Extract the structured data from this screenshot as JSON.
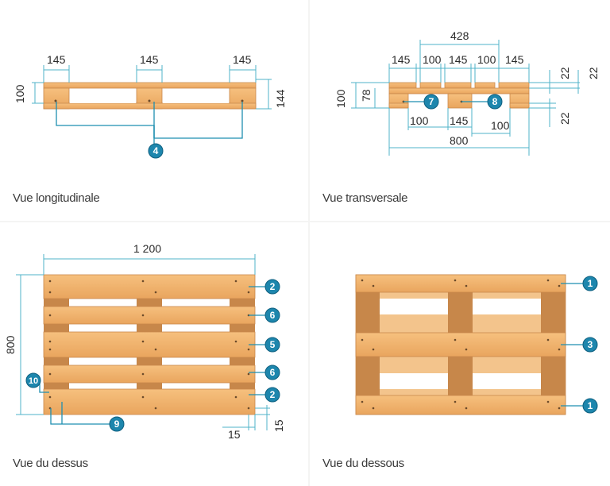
{
  "panels": {
    "longitudinal": {
      "caption": "Vue longitudinale",
      "dims": {
        "block_left": "145",
        "block_mid": "145",
        "block_right": "145",
        "h_block": "100",
        "h_total": "144"
      },
      "badges": [
        "4"
      ]
    },
    "transversal": {
      "caption": "Vue transversale",
      "dims": {
        "span_428": "428",
        "top_145a": "145",
        "top_100a": "100",
        "top_145b": "145",
        "top_100b": "100",
        "top_145c": "145",
        "h_100": "100",
        "h_78": "78",
        "bot_100a": "100",
        "bot_145": "145",
        "bot_100b": "100",
        "width_800": "800",
        "r_22a": "22",
        "r_22b": "22",
        "r_22c": "22"
      },
      "badges": [
        "7",
        "8"
      ]
    },
    "top": {
      "caption": "Vue du dessus",
      "dims": {
        "width_1200": "1 200",
        "height_800": "800",
        "d15a": "15",
        "d15b": "15"
      },
      "badges": [
        "2",
        "6",
        "5",
        "6",
        "2",
        "10",
        "9"
      ]
    },
    "bottom": {
      "caption": "Vue du dessous",
      "badges": [
        "1",
        "3",
        "1"
      ]
    }
  },
  "colors": {
    "wood": "#f0b06a",
    "wood_dark": "#c7874a",
    "dimension_line": "#4fb3c8",
    "badge": "#1d86ad"
  }
}
